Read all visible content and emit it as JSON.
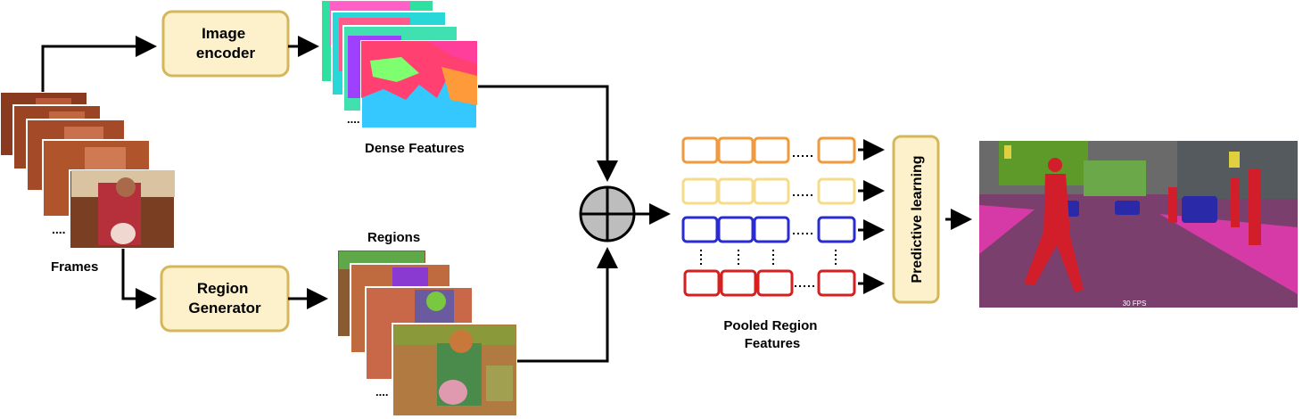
{
  "labels": {
    "frames": "Frames",
    "image_encoder": [
      "Image",
      "encoder"
    ],
    "region_generator": [
      "Region",
      "Generator"
    ],
    "dense_features": "Dense Features",
    "regions": "Regions",
    "pooled_region_features": [
      "Pooled Region",
      "Features"
    ],
    "predictive_learning": "Predictive learning",
    "ellipsis": "....",
    "fps_overlay": "30 FPS"
  },
  "colors": {
    "box_fill": "#fdf1cc",
    "box_stroke": "#d6b65a",
    "row_orange": "#ef9a3e",
    "row_yellow": "#f6dc8a",
    "row_blue": "#2b2bd6",
    "row_red": "#d61f1f",
    "combine_fill": "#bdbdbd",
    "segment_person": "#d21e2a",
    "segment_road": "#7b3f6e",
    "segment_sidewalk": "#d63aa6",
    "segment_car": "#2a2aa8",
    "segment_vegetation": "#5e9a2a"
  }
}
